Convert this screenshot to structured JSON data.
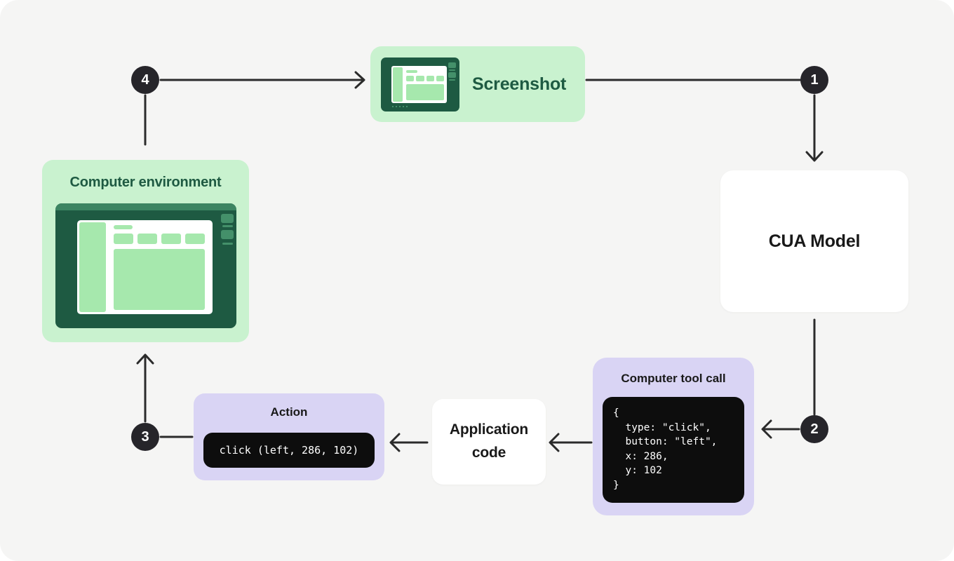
{
  "nodes": {
    "screenshot": {
      "label": "Screenshot"
    },
    "cua_model": {
      "label": "CUA Model"
    },
    "computer_tool_call": {
      "title": "Computer tool call",
      "code": "{\n  type: \"click\",\n  button: \"left\",\n  x: 286,\n  y: 102\n}"
    },
    "application_code": {
      "label": "Application code"
    },
    "action": {
      "title": "Action",
      "code": "click (left, 286, 102)"
    },
    "computer_environment": {
      "title": "Computer environment"
    }
  },
  "steps": {
    "s1": "1",
    "s2": "2",
    "s3": "3",
    "s4": "4"
  },
  "colors": {
    "background": "#f5f5f4",
    "green_card": "#c9f2cf",
    "green_dark": "#1e5a42",
    "green_mid": "#44906a",
    "green_accent": "#a6e8ad",
    "purple_card": "#d9d4f4",
    "code_background": "#0d0d0d",
    "code_text": "#ffffff",
    "step_badge": "#26252a",
    "arrow": "#2b2b2b"
  }
}
